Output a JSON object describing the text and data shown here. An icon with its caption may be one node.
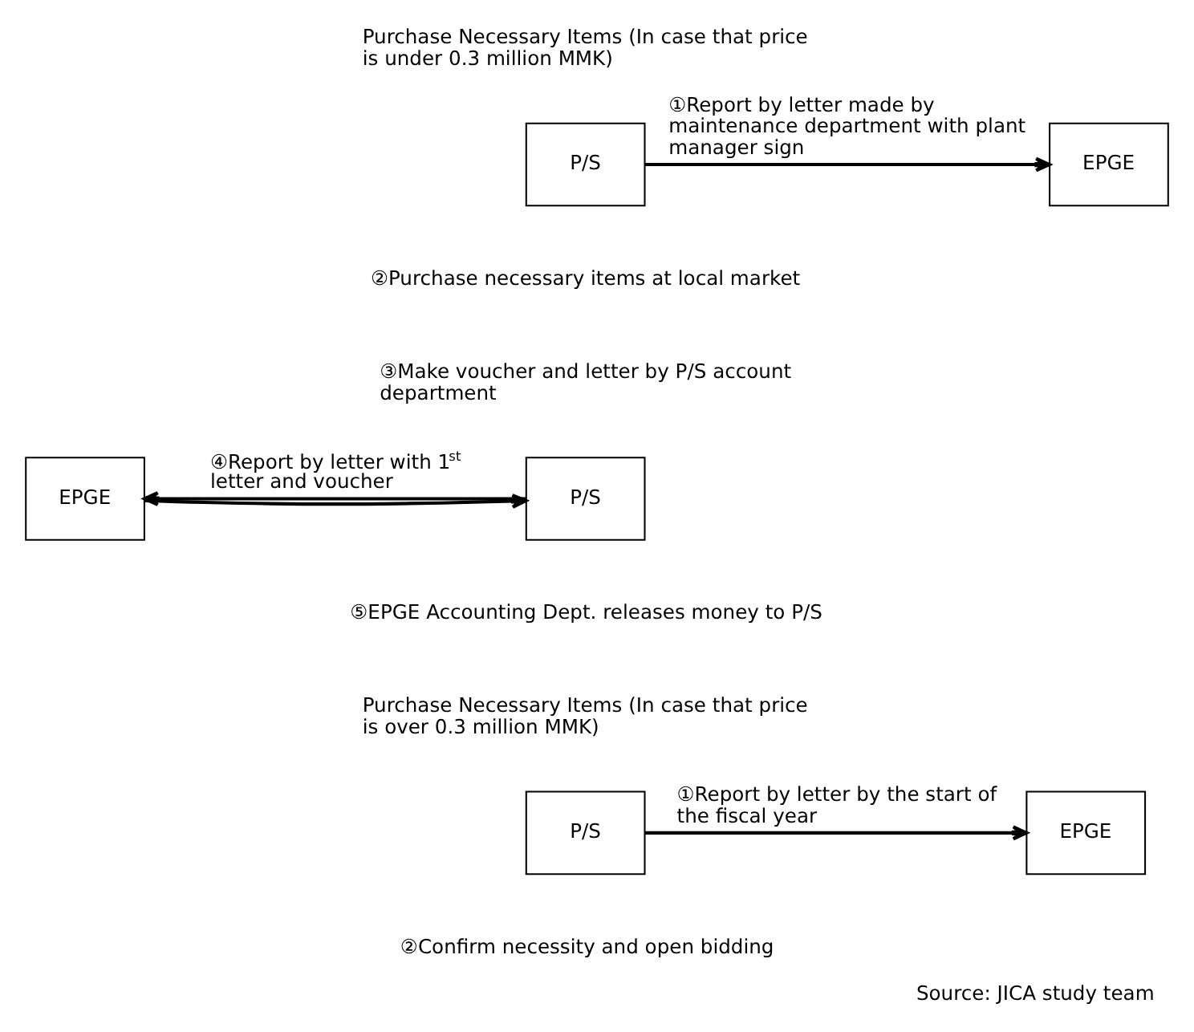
{
  "diagram": {
    "caption": "Source: JICA study team",
    "nodes": [
      {
        "text": [
          "P/S"
        ]
      },
      {
        "text": [
          "EPGE"
        ]
      },
      {
        "text": [
          "P/S"
        ]
      },
      {
        "text": [
          "EPGE"
        ]
      },
      {
        "text": [
          "P/S"
        ]
      },
      {
        "text": [
          "EPGE"
        ]
      }
    ],
    "edges": [
      {
        "from": 0,
        "to": 1,
        "arrow": "to",
        "label": "①Report by letter made by maintenance department with plant manager sign"
      },
      {
        "from": 2,
        "to": 3,
        "arrow": "to",
        "label": "④Report by letter with 1$^{st}$ letter and voucher"
      },
      {
        "from": 3,
        "to": 2,
        "arrow": "to"
      },
      {
        "from": 4,
        "to": 5,
        "arrow": "to",
        "label": "①Report by letter by the start of the fiscal year"
      }
    ],
    "labels": [
      "Purchase Necessary Items (In case that price is under 0.3 million MMK)",
      "②Purchase necessary items at local market",
      "③Make voucher and letter by P/S account department",
      "⑤EPGE Accounting Dept. releases money to P/S",
      "Purchase Necessary Items (In case that price is over 0.3 million MMK)",
      "②Confirm necessity and open bidding"
    ]
  }
}
